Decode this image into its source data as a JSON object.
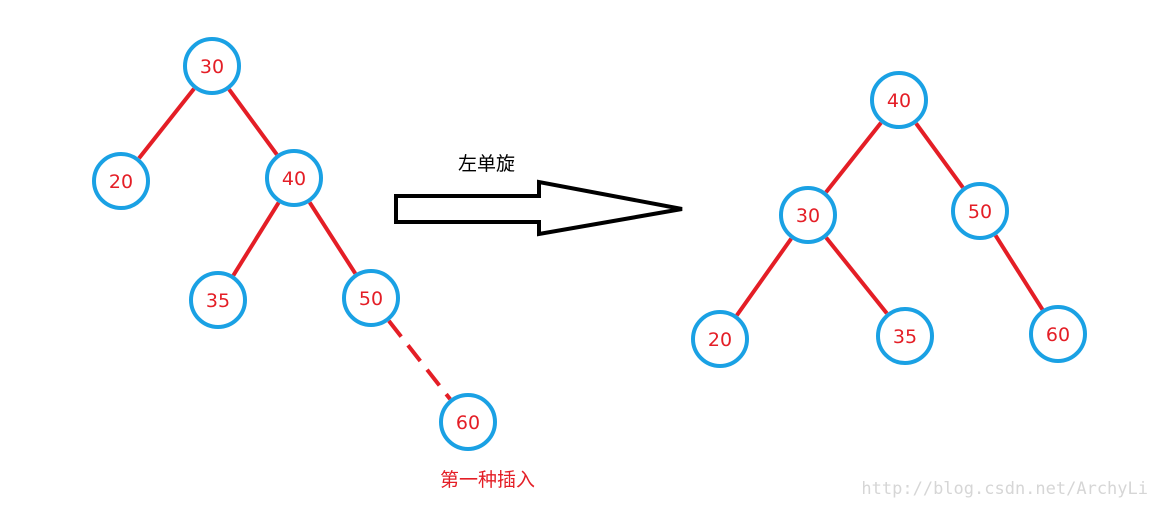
{
  "colors": {
    "edge": "#e41e26",
    "node_border": "#1aa1e4",
    "node_text": "#e41e26",
    "arrow": "#000000",
    "caption_insert": "#e41e26"
  },
  "before_tree": {
    "nodes": [
      {
        "id": "b30",
        "label": "30"
      },
      {
        "id": "b20",
        "label": "20"
      },
      {
        "id": "b40",
        "label": "40"
      },
      {
        "id": "b35",
        "label": "35"
      },
      {
        "id": "b50",
        "label": "50"
      },
      {
        "id": "b60",
        "label": "60"
      }
    ],
    "edges": [
      {
        "from": "b30",
        "to": "b20",
        "style": "solid"
      },
      {
        "from": "b30",
        "to": "b40",
        "style": "solid"
      },
      {
        "from": "b40",
        "to": "b35",
        "style": "solid"
      },
      {
        "from": "b40",
        "to": "b50",
        "style": "solid"
      },
      {
        "from": "b50",
        "to": "b60",
        "style": "dashed"
      }
    ],
    "caption": "第一种插入"
  },
  "arrow": {
    "label": "左单旋"
  },
  "after_tree": {
    "nodes": [
      {
        "id": "a40",
        "label": "40"
      },
      {
        "id": "a30",
        "label": "30"
      },
      {
        "id": "a50",
        "label": "50"
      },
      {
        "id": "a20",
        "label": "20"
      },
      {
        "id": "a35",
        "label": "35"
      },
      {
        "id": "a60",
        "label": "60"
      }
    ],
    "edges": [
      {
        "from": "a40",
        "to": "a30",
        "style": "solid"
      },
      {
        "from": "a40",
        "to": "a50",
        "style": "solid"
      },
      {
        "from": "a30",
        "to": "a20",
        "style": "solid"
      },
      {
        "from": "a30",
        "to": "a35",
        "style": "solid"
      },
      {
        "from": "a50",
        "to": "a60",
        "style": "solid"
      }
    ]
  },
  "watermark": "http://blog.csdn.net/ArchyLi"
}
